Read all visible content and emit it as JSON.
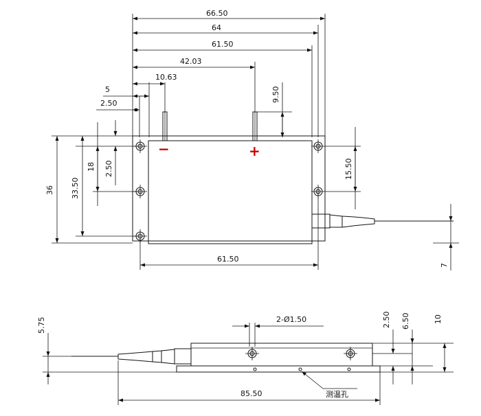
{
  "top_view": {
    "dimensions": {
      "d_66_50": "66.50",
      "d_64": "64",
      "d_61_50_top": "61.50",
      "d_42_03": "42.03",
      "d_10_63": "10.63",
      "d_5": "5",
      "d_2_50_h": "2.50",
      "d_9_50": "9.50",
      "d_36": "36",
      "d_33_50": "33.50",
      "d_18": "18",
      "d_2_50_v": "2.50",
      "d_15_50": "15.50",
      "d_61_50_bottom": "61.50",
      "d_7": "7"
    },
    "polarity": {
      "minus": "−",
      "plus": "+"
    }
  },
  "side_view": {
    "dimensions": {
      "d_5_75": "5.75",
      "d_2_phi": "2-Ø1.50",
      "d_2_50": "2.50",
      "d_6_50": "6.50",
      "d_10": "10",
      "d_85_50": "85.50"
    },
    "labels": {
      "temp_hole": "测温孔"
    }
  },
  "colors": {
    "line": "#111111",
    "polarity": "#d00000"
  }
}
